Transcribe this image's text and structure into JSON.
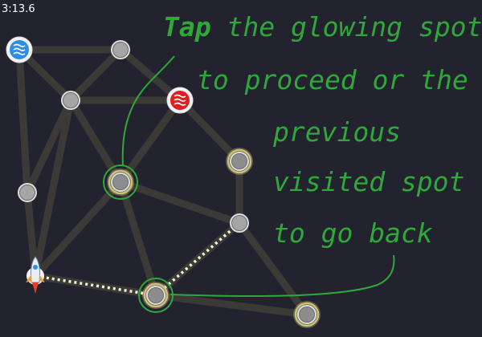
{
  "hud": {
    "timer": "3:13.6"
  },
  "tutorial": {
    "line1_emphasis": "Tap",
    "line1_rest": " the glowing spot",
    "line2": "to proceed or the",
    "line3": "previous",
    "line4": "visited spot",
    "line5": "to go back"
  },
  "colors": {
    "background": "#23232f",
    "edge": "#3c3a36",
    "node": "#a5a5a5",
    "glow": "#d8cc80",
    "hint_green": "#2fa83a",
    "path_dots": "#f2f0d8",
    "red_planet": "#e02020",
    "blue_planet": "#2f8de8"
  },
  "map": {
    "nodes": [
      {
        "id": "blue-planet",
        "type": "blue-planet"
      },
      {
        "id": "n-top",
        "type": "spot"
      },
      {
        "id": "n-upper-left",
        "type": "spot"
      },
      {
        "id": "red-planet",
        "type": "red-planet"
      },
      {
        "id": "n-left",
        "type": "spot"
      },
      {
        "id": "n-center",
        "type": "glowing-spot"
      },
      {
        "id": "n-right-upper",
        "type": "glowing-spot"
      },
      {
        "id": "n-right-mid",
        "type": "visited-spot"
      },
      {
        "id": "rocket-spot",
        "type": "rocket"
      },
      {
        "id": "n-bottom-center",
        "type": "current-spot"
      },
      {
        "id": "n-bottom-right",
        "type": "glowing-spot"
      }
    ]
  }
}
